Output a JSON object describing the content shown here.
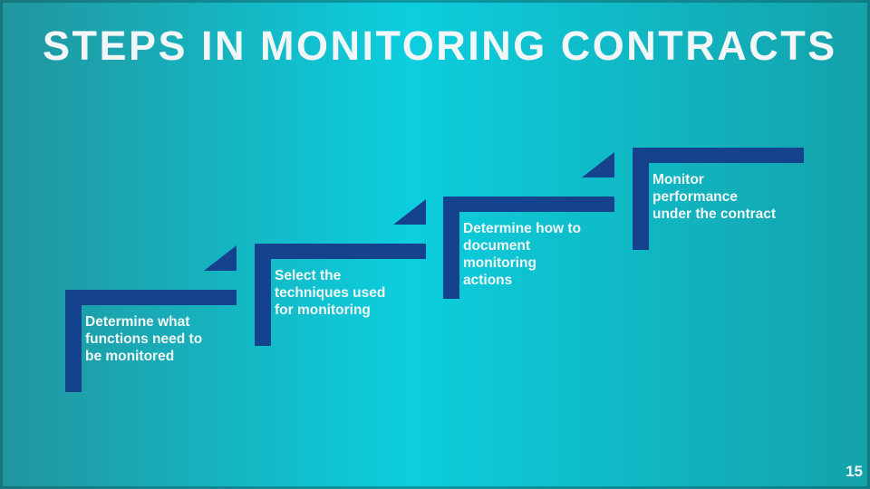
{
  "slide": {
    "title": "STEPS IN MONITORING CONTRACTS",
    "page_number": "15",
    "colors": {
      "background_left": "#21959e",
      "background_center": "#0ccede",
      "background_right": "#14a1aa",
      "step_shape": "#15428c",
      "text": "#f2f6f6"
    },
    "steps": [
      {
        "label": "Determine what\nfunctions need to\nbe monitored"
      },
      {
        "label": "Select the\ntechniques used\nfor monitoring"
      },
      {
        "label": "Determine how to\ndocument\nmonitoring\nactions"
      },
      {
        "label": "Monitor\nperformance\nunder the contract"
      }
    ]
  }
}
